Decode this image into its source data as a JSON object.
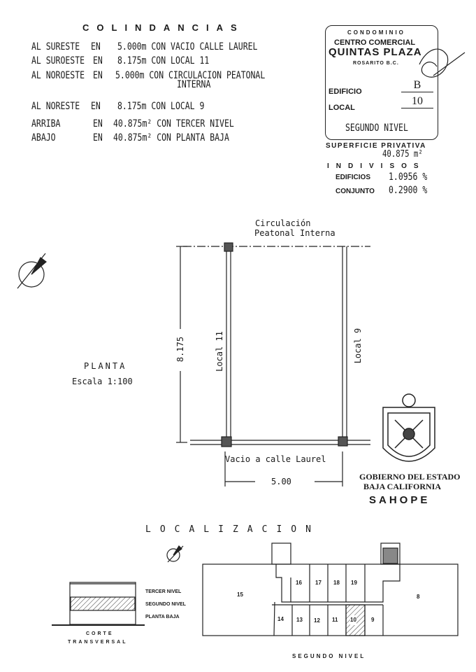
{
  "colindancias": {
    "title": "COLINDANCIAS",
    "rows": [
      {
        "dir": "AL SURESTE",
        "en": "EN",
        "desc": "5.000m CON VACIO  CALLE LAUREL"
      },
      {
        "dir": "AL SUROESTE",
        "en": "EN",
        "desc": "8.175m CON LOCAL 11"
      },
      {
        "dir": "AL NOROESTE",
        "en": "EN",
        "desc": "5.000m CON CIRCULACION PEATONAL",
        "desc2": "INTERNA"
      },
      {
        "dir": "AL NORESTE",
        "en": "EN",
        "desc": "8.175m CON LOCAL 9"
      },
      {
        "dir": "ARRIBA",
        "en": "EN",
        "desc": "40.875m² CON TERCER NIVEL"
      },
      {
        "dir": "ABAJO",
        "en": "EN",
        "desc": "40.875m² CON PLANTA BAJA"
      }
    ]
  },
  "title_block": {
    "condominio": "CONDOMINIO",
    "centro": "CENTRO COMERCIAL",
    "name": "QUINTAS PLAZA",
    "city": "ROSARITO B.C.",
    "edificio_label": "EDIFICIO",
    "edificio_value": "B",
    "local_label": "LOCAL",
    "local_value": "10",
    "nivel": "SEGUNDO NIVEL"
  },
  "superficie": {
    "label": "SUPERFICIE PRIVATIVA",
    "value": "40.875  m²",
    "indivisos": "INDIVISOS",
    "edificios_label": "EDIFICIOS",
    "edificios_value": "1.0956 %",
    "conjunto_label": "CONJUNTO",
    "conjunto_value": "0.2900 %"
  },
  "plan": {
    "top_label_1": "Circulación",
    "top_label_2": "Peatonal  Interna",
    "left_label": "Local 11",
    "right_label": "Local 9",
    "bottom_label": "Vacio a calle Laurel",
    "dim_vertical": "8.175",
    "dim_horizontal": "5.00",
    "planta": "PLANTA",
    "escala": "Escala  1:100"
  },
  "seal": {
    "line1": "GOBIERNO DEL ESTADO",
    "line2": "BAJA CALIFORNIA",
    "line3": "SAHOPE"
  },
  "localizacion": {
    "title": "LOCALIZACION",
    "section_levels": [
      "TERCER NIVEL",
      "SEGUNDO NIVEL",
      "PLANTA BAJA"
    ],
    "section_caption_1": "CORTE",
    "section_caption_2": "TRANSVERSAL",
    "floor_caption": "SEGUNDO NIVEL",
    "units_top": [
      "16",
      "17",
      "18",
      "19"
    ],
    "units_bottom": [
      "14",
      "13",
      "12",
      "11",
      "10",
      "9"
    ],
    "unit_left": "15",
    "unit_right": "8",
    "highlight_unit": "10"
  }
}
